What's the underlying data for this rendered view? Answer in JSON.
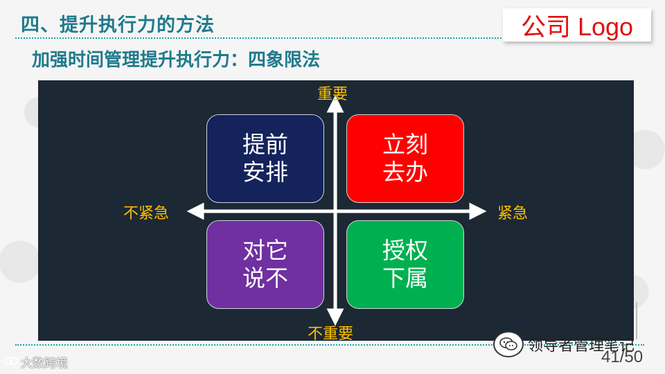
{
  "slide": {
    "title": "四、提升执行力的方法",
    "subtitle": "加强时间管理提升执行力：四象限法",
    "logo_text": "公司 Logo",
    "page_number": "41/50"
  },
  "matrix": {
    "axis_labels": {
      "top": "重要",
      "bottom": "不重要",
      "left": "不紧急",
      "right": "紧急"
    },
    "quadrants": {
      "top_left": {
        "line1": "提前",
        "line2": "安排",
        "color": "#14235c"
      },
      "top_right": {
        "line1": "立刻",
        "line2": "去办",
        "color": "#ff0000"
      },
      "bottom_left": {
        "line1": "对它",
        "line2": "说不",
        "color": "#7030a0"
      },
      "bottom_right": {
        "line1": "授权",
        "line2": "下属",
        "color": "#00b050"
      }
    },
    "axis_label_color": "#ffc000",
    "panel_color": "#1c2833"
  },
  "watermarks": {
    "right_text": "领导者管理笔记",
    "left_text": "大数跨境",
    "right_icon": "wechat-icon",
    "left_icon": "logo-icon"
  },
  "colors": {
    "title": "#1f7a8c",
    "logo": "#e10f0f"
  }
}
